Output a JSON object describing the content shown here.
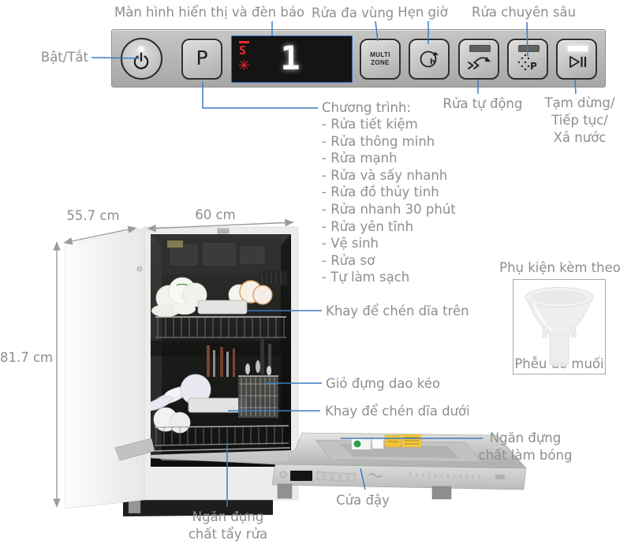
{
  "annotations": {
    "display": "Màn hình hiển thị và đèn báo",
    "multizone": "Rửa đa vùng",
    "timer": "Hẹn giờ",
    "deep_clean": "Rửa chuyên sâu",
    "power": "Bật/Tắt",
    "auto_wash": "Rửa tự động",
    "pause_lines": [
      "Tạm dừng/",
      "Tiếp tục/",
      "Xả nước"
    ],
    "programs_title": "Chương trình:",
    "programs": [
      "- Rửa tiết kiệm",
      "- Rửa thông minh",
      "- Rửa mạnh",
      "- Rửa và sấy nhanh",
      "- Rửa đồ thủy tinh",
      "- Rửa nhanh 30 phút",
      "- Rửa yên tĩnh",
      "- Vệ sinh",
      "- Rửa sơ",
      "- Tự làm sạch"
    ],
    "upper_rack": "Khay để chén dĩa trên",
    "cutlery_basket": "Giỏ đựng dao kéo",
    "lower_rack": "Khay để chén dĩa dưới",
    "rinse_aid_lines": [
      "Ngăn đựng",
      "chất làm bóng"
    ],
    "door": "Cửa đậy",
    "detergent_lines": [
      "Ngăn đựng",
      "chất tẩy rửa"
    ]
  },
  "dimensions": {
    "height": "81.7 cm",
    "depth": "55.7 cm",
    "width": "60 cm"
  },
  "control_panel": {
    "program_button": "P",
    "multizone_lines": [
      "MULTI",
      "ZONE"
    ],
    "timer_letter": "h",
    "deep_clean_letter": "P",
    "display_digit": "1",
    "salt_indicator": "S",
    "rinse_indicator": "✳"
  },
  "accessory": {
    "title": "Phụ kiện kèm theo",
    "caption": "Phễu đổ muối"
  },
  "colors": {
    "leader_line": "#3b7cc4",
    "label_text": "#8c8e90",
    "indicator_red": "#ee2a33",
    "display_border": "#2f6fc2"
  }
}
